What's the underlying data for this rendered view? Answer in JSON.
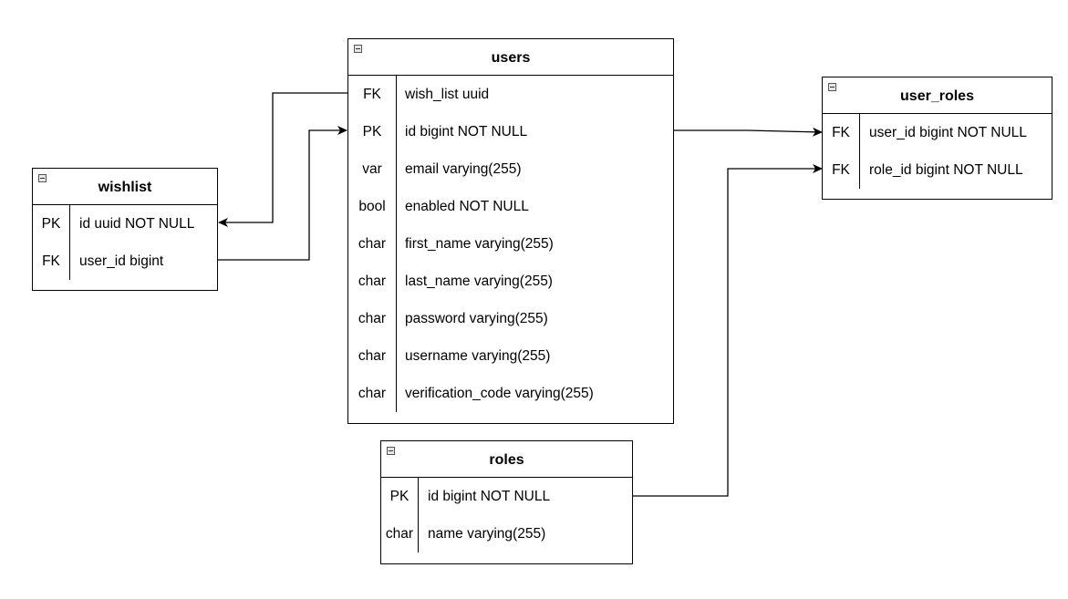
{
  "tables": {
    "users": {
      "title": "users",
      "rows": [
        {
          "key": "FK",
          "column": "wish_list uuid"
        },
        {
          "key": "PK",
          "column": "id bigint NOT NULL"
        },
        {
          "key": "var",
          "column": "email varying(255)"
        },
        {
          "key": "bool",
          "column": "enabled NOT NULL"
        },
        {
          "key": "char",
          "column": "first_name varying(255)"
        },
        {
          "key": "char",
          "column": "last_name varying(255)"
        },
        {
          "key": "char",
          "column": "password varying(255)"
        },
        {
          "key": "char",
          "column": "username varying(255)"
        },
        {
          "key": "char",
          "column": "verification_code varying(255)"
        }
      ]
    },
    "wishlist": {
      "title": "wishlist",
      "rows": [
        {
          "key": "PK",
          "column": "id uuid NOT NULL"
        },
        {
          "key": "FK",
          "column": "user_id bigint"
        }
      ]
    },
    "user_roles": {
      "title": "user_roles",
      "rows": [
        {
          "key": "FK",
          "column": "user_id bigint NOT NULL"
        },
        {
          "key": "FK",
          "column": "role_id bigint NOT NULL"
        }
      ]
    },
    "roles": {
      "title": "roles",
      "rows": [
        {
          "key": "PK",
          "column": "id bigint NOT NULL"
        },
        {
          "key": "char",
          "column": "name varying(255)"
        }
      ]
    }
  },
  "relationships": [
    {
      "from": "users.wish_list",
      "to": "wishlist.id"
    },
    {
      "from": "wishlist.user_id",
      "to": "users.id"
    },
    {
      "from": "users.id",
      "to": "user_roles.user_id"
    },
    {
      "from": "roles.id",
      "to": "user_roles.role_id"
    }
  ],
  "colors": {
    "line": "#000000",
    "background": "#ffffff"
  },
  "icons": {
    "collapse": "minus-square-icon"
  }
}
